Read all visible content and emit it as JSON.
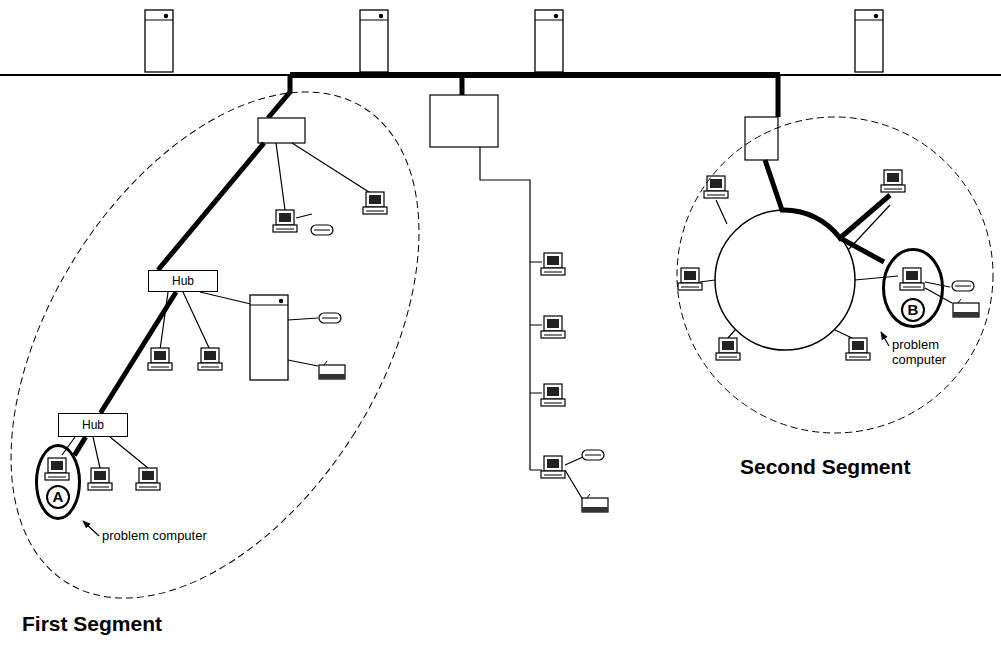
{
  "diagram": {
    "nodes": [
      {
        "text": [
          "First Segment"
        ]
      },
      {
        "text": [
          "Hub"
        ],
        "in": 0
      },
      {
        "text": [
          "Hub"
        ],
        "in": 0
      },
      {
        "text": [
          "A"
        ],
        "in": 0
      },
      {
        "text": [
          "Second Segment"
        ]
      },
      {
        "text": [
          "B"
        ],
        "in": 4
      }
    ],
    "edges": [
      {
        "from": 1,
        "to": 2,
        "arrow": "none"
      },
      {
        "from": 2,
        "to": 3,
        "arrow": "none"
      }
    ],
    "labels": [
      "problem computer",
      "problem computer"
    ]
  }
}
